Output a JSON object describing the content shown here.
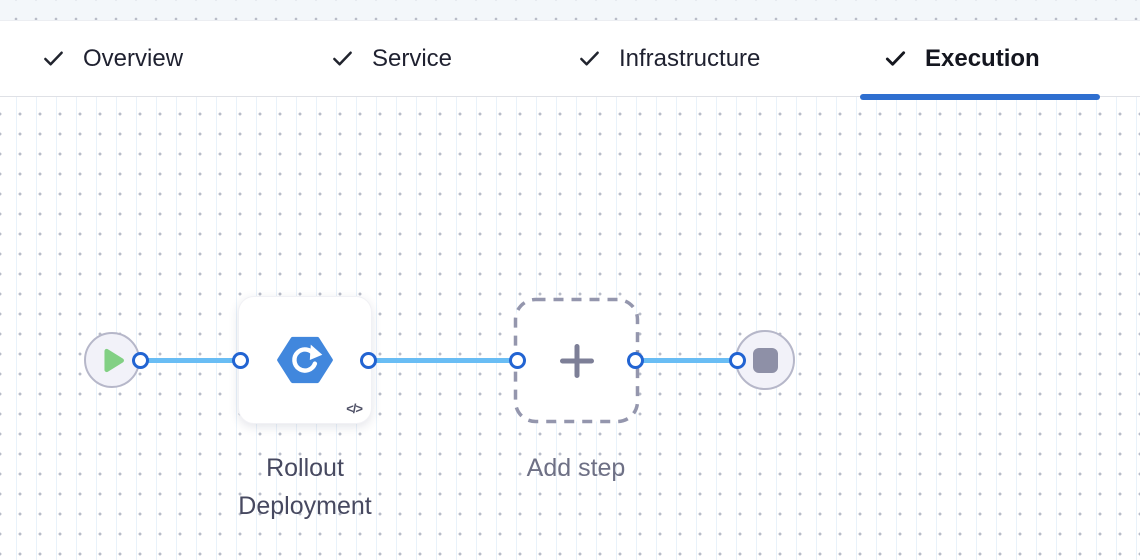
{
  "colors": {
    "accent": "#2f6fd0",
    "connector-line": "#69bdf4",
    "port-border": "#2264d2",
    "node-icon-blue": "#4187dd",
    "play-green": "#82d084",
    "stop-gray": "#8e90a7",
    "tab-text": "#1f2130",
    "tab-text-active": "#14161f",
    "label-dark": "#474960",
    "label-gray": "#6e7085"
  },
  "tabs": {
    "items": [
      {
        "label": "Overview",
        "checked": true,
        "active": false
      },
      {
        "label": "Service",
        "checked": true,
        "active": false
      },
      {
        "label": "Infrastructure",
        "checked": true,
        "active": false
      },
      {
        "label": "Execution",
        "checked": true,
        "active": true
      }
    ]
  },
  "pipeline": {
    "start_node": {
      "icon": "play"
    },
    "steps": [
      {
        "label": "Rollout Deployment",
        "icon": "kubernetes-rollout",
        "badge": "</>"
      },
      {
        "label": "Add step",
        "icon": "plus",
        "type": "add-placeholder"
      }
    ],
    "end_node": {
      "icon": "stop"
    }
  }
}
